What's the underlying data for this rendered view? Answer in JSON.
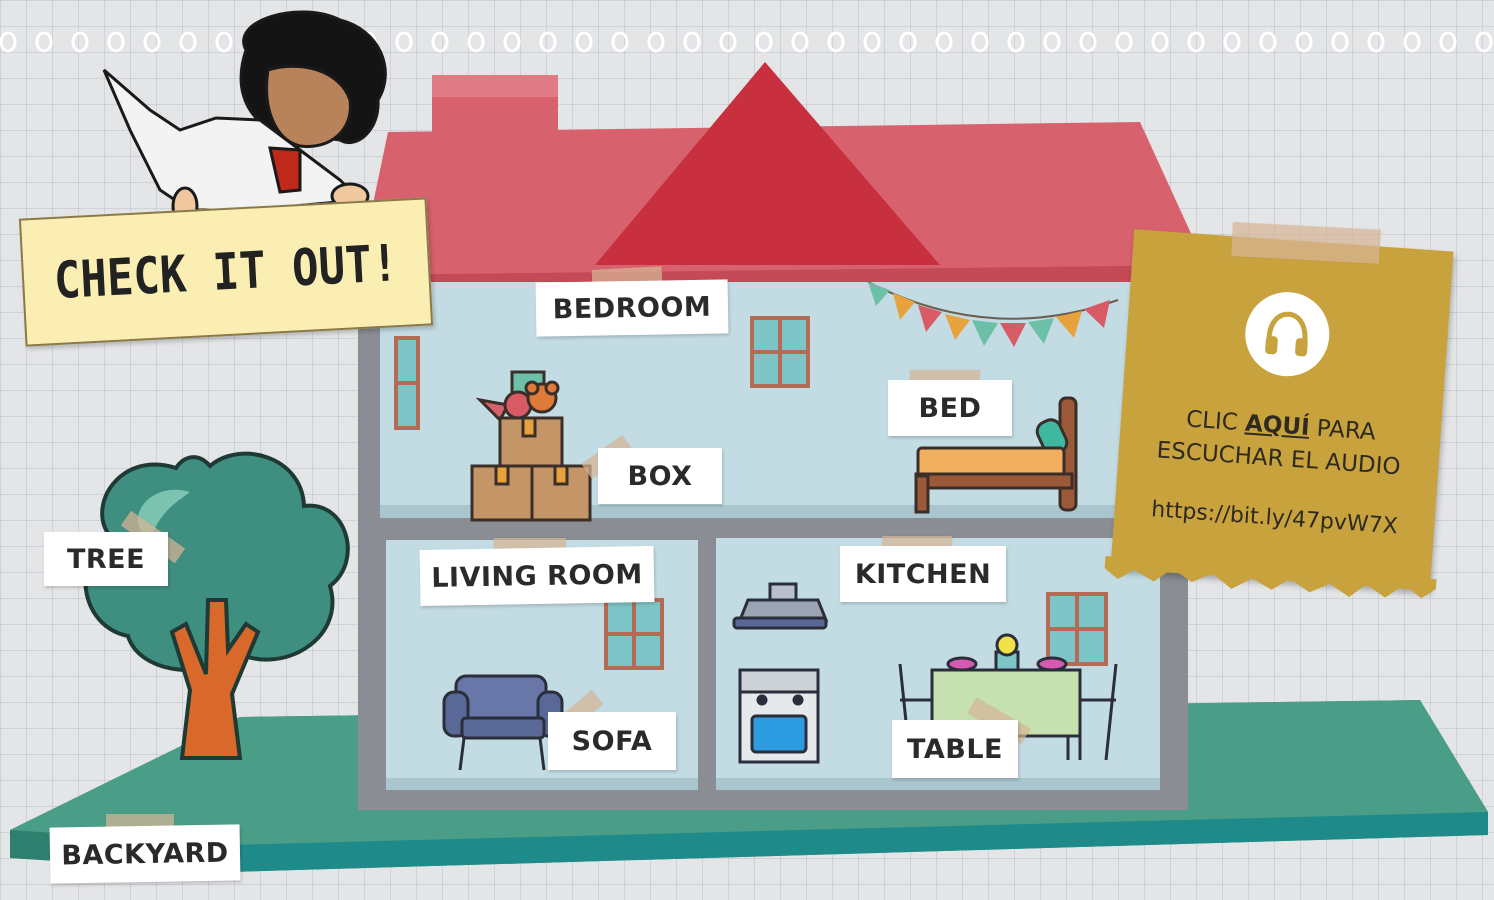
{
  "banner": {
    "text": "CHECK IT OUT!"
  },
  "labels": {
    "bedroom": "BEDROOM",
    "bed": "BED",
    "box": "BOX",
    "living_room": "LIVING ROOM",
    "kitchen": "KITCHEN",
    "sofa": "SOFA",
    "table": "TABLE",
    "tree": "TREE",
    "backyard": "BACKYARD"
  },
  "audio_note": {
    "line1_prefix": "CLIC ",
    "line1_strong": "AQUÍ",
    "line1_suffix": " PARA",
    "line2": "ESCUCHAR EL AUDIO",
    "link": "https://bit.ly/47pvW7X",
    "icon": "headphones-icon"
  },
  "colors": {
    "roof": "#d8616e",
    "gable": "#c9303f",
    "walls": "#c3dce3",
    "frame": "#8a8d93",
    "ground": "#3f937c",
    "tree": "#3f8f80",
    "trunk": "#d9692a",
    "note": "#c8a23c",
    "banner": "#fbeeb3"
  }
}
